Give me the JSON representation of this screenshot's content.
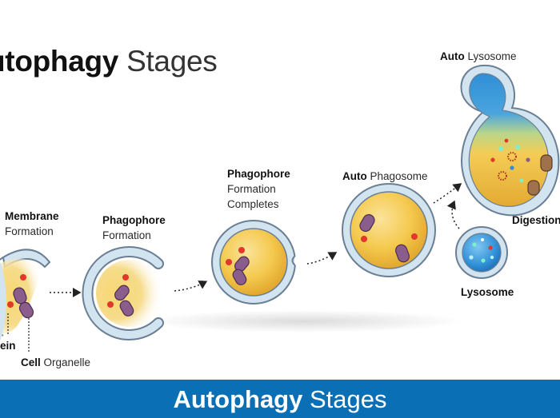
{
  "title": {
    "bold": "utophagy",
    "light": "Stages"
  },
  "labels": {
    "membrane": {
      "bold": "Membrane",
      "light": "Formation"
    },
    "phagophore": {
      "bold": "Phagophore",
      "light": "Formation"
    },
    "phagophore_complete": {
      "bold": "Phagophore",
      "line2": "Formation",
      "line3": "Completes"
    },
    "autophagosome": {
      "bold": "Auto",
      "light": "Phagosome"
    },
    "autolysosome": {
      "bold": "Auto",
      "light": "Lysosome"
    },
    "digestion": "Digestion",
    "lysosome": "Lysosome",
    "protein": "ein",
    "cell_organelle": {
      "bold": "Cell",
      "light": "Organelle"
    }
  },
  "banner": {
    "bold": "Autophagy",
    "light": "Stages"
  },
  "colors": {
    "membrane_fill": "#d3e4f1",
    "membrane_stroke": "#6a7f94",
    "cytoplasm": "#f2c64b",
    "organelle": "#8a5d8c",
    "protein_dot": "#e0382b",
    "lysosome_blue": "#2f8fd6",
    "banner": "#0a6fb5"
  }
}
